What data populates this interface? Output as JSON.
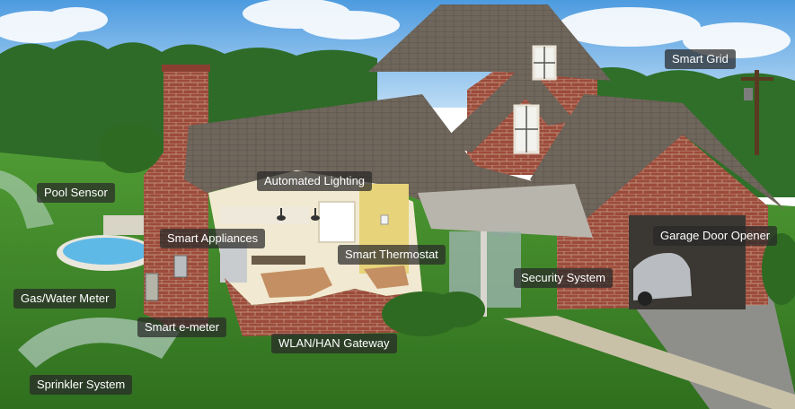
{
  "labels": {
    "smart_grid": "Smart Grid",
    "pool_sensor": "Pool Sensor",
    "automated_lighting": "Automated Lighting",
    "smart_appliances": "Smart Appliances",
    "smart_thermostat": "Smart Thermostat",
    "garage_door_opener": "Garage Door Opener",
    "security_system": "Security System",
    "gas_water_meter": "Gas/Water Meter",
    "smart_e_meter": "Smart e-meter",
    "wlan_han_gateway": "WLAN/HAN Gateway",
    "sprinkler_system": "Sprinkler System"
  },
  "colors": {
    "sky": "#6fb0e8",
    "grass": "#3f8a2a",
    "brick": "#9a4a3a",
    "roof": "#6e655c",
    "interior_wall": "#f2ead2",
    "label_bg": "#333333"
  }
}
